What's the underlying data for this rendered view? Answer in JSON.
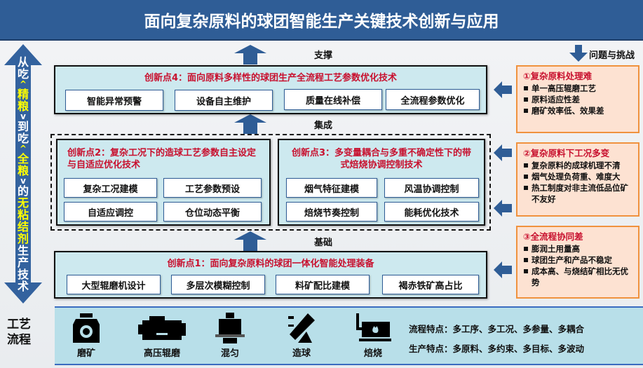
{
  "title": "面向复杂原料的球团智能生产关键技术创新与应用",
  "left_arrow": {
    "segments": [
      {
        "text": "从吃",
        "color": "#ffffff"
      },
      {
        "text": "^",
        "color": "#ffff00"
      },
      {
        "text": "精粮",
        "color": "#ffff00"
      },
      {
        "text": "v",
        "color": "#ffffff"
      },
      {
        "text": "到吃",
        "color": "#ffffff"
      },
      {
        "text": "^",
        "color": "#ffff00"
      },
      {
        "text": "全粮",
        "color": "#ffff00"
      },
      {
        "text": "v",
        "color": "#ffffff"
      },
      {
        "text": "的",
        "color": "#ffffff"
      },
      {
        "text": "无粘结剂",
        "color": "#ffff00"
      },
      {
        "text": "生产技术",
        "color": "#ffffff"
      }
    ]
  },
  "process_label": [
    "工艺",
    "流程"
  ],
  "connectors": {
    "support": "支撑",
    "integrate": "集成",
    "basis": "基础"
  },
  "innovation4": {
    "title": "创新点4：面向原料多样性的球团生产全流程工艺参数优化技术",
    "items": [
      "智能异常预警",
      "设备自主维护",
      "质量在线补偿",
      "全流程参数优化"
    ]
  },
  "innovation2": {
    "title": "创新点2：复杂工况下的造球工艺参数自主设定与自适应优化技术",
    "items": [
      "复杂工况建模",
      "工艺参数预设",
      "自适应调控",
      "仓位动态平衡"
    ]
  },
  "innovation3": {
    "title": "创新点3：多变量耦合与多重不确定性下的带式焙烧协调控制技术",
    "items": [
      "烟气特征建模",
      "风温协调控制",
      "焙烧节奏控制",
      "能耗优化技术"
    ]
  },
  "innovation1": {
    "title": "创新点1：面向复杂原料的球团一体化智能处理装备",
    "items": [
      "大型辊磨机设计",
      "多层次模糊控制",
      "料矿配比建模",
      "褐赤铁矿高占比"
    ]
  },
  "challenges": {
    "header": "问题与挑战",
    "groups": [
      {
        "title": "①复杂原料处理难",
        "items": [
          "单一高压辊磨工艺",
          "原料适应性差",
          "磨矿效率低、效果差"
        ]
      },
      {
        "title": "②复杂原料下工况多变",
        "items": [
          "复杂原料的成球机理不清",
          "烟气处理负荷重、难度大",
          "热工制度对非主流低品位矿不友好"
        ]
      },
      {
        "title": "③全流程协同差",
        "items": [
          "膨润土用量高",
          "球团生产和产品不稳定",
          "成本高、与烧结矿相比无优势"
        ]
      }
    ]
  },
  "process_steps": [
    "磨矿",
    "高压辊磨",
    "混匀",
    "造球",
    "焙烧"
  ],
  "features": [
    "流程特点：多工序、多工况、多参量、多耦合",
    "生产特点：多原料、多约束、多目标、多波动"
  ],
  "colors": {
    "header": "#2f5d96",
    "accent_red": "#c8102e",
    "box_fill": "#cde9ef",
    "challenge_fill": "#fde2d2",
    "challenge_border": "#f0923e"
  }
}
